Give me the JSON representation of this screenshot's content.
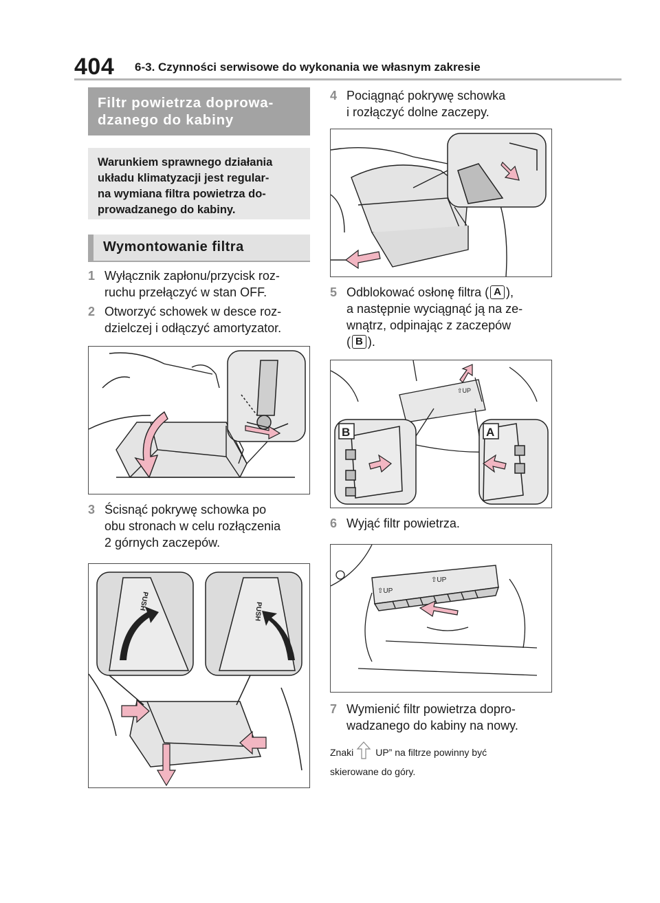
{
  "header": {
    "page_number": "404",
    "chapter": "6-3. Czynności serwisowe do wykonania we własnym zakresie"
  },
  "section": {
    "heading": "Filtr powietrza doprowa-dzanego do kabiny",
    "heading_line1": "Filtr powietrza doprowa-",
    "heading_line2": "dzanego do kabiny",
    "intro_line1": "Warunkiem sprawnego działania",
    "intro_line2": "układu klimatyzacji jest regular-",
    "intro_line3": "na wymiana filtra powietrza do-",
    "intro_line4": "prowadzanego do kabiny.",
    "subheading": "Wymontowanie filtra"
  },
  "steps": [
    {
      "num": "1",
      "line1": "Wyłącznik zapłonu/przycisk roz-",
      "line2": "ruchu przełączyć w stan OFF."
    },
    {
      "num": "2",
      "line1": "Otworzyć schowek w desce roz-",
      "line2": "dzielczej i odłączyć amortyzator."
    },
    {
      "num": "3",
      "line1": "Ścisnąć pokrywę schowka po",
      "line2": "obu stronach w celu rozłączenia",
      "line3": "2 górnych zaczepów."
    },
    {
      "num": "4",
      "line1": "Pociągnąć pokrywę schowka",
      "line2": "i rozłączyć dolne zaczepy."
    },
    {
      "num": "5",
      "line1a": "Odblokować osłonę filtra (",
      "line1b": "),",
      "line2": "a następnie wyciągnąć ją na ze-",
      "line3": "wnątrz, odpinając z zaczepów",
      "line4a": "(",
      "line4b": ")."
    },
    {
      "num": "6",
      "line1": "Wyjąć filtr powietrza."
    },
    {
      "num": "7",
      "line1": "Wymienić filtr powietrza dopro-",
      "line2": "wadzanego do kabiny na nowy."
    }
  ],
  "labels": {
    "a": "A",
    "b": "B",
    "push": "PUSH",
    "up": "UP"
  },
  "note": {
    "prefix": "Znaki",
    "suffix": "UP” na filtrze powinny być",
    "line2": "skierowane do góry."
  }
}
